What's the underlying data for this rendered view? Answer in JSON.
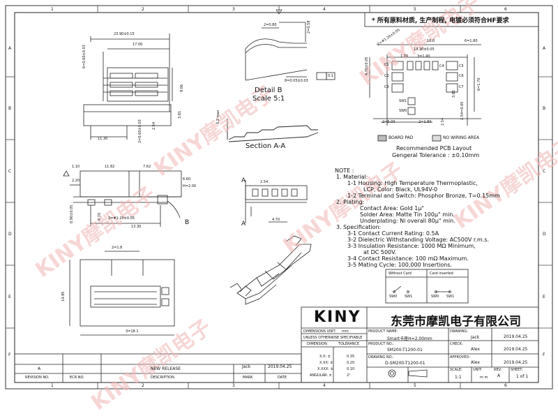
{
  "header_note": "* 所有原料材质, 生产制程, 电镀必须符合HF要求",
  "border": {
    "top_numbers": [
      "1",
      "2",
      "3",
      "4",
      "5",
      "6"
    ],
    "bottom_numbers": [
      "1",
      "2",
      "3",
      "4",
      "5",
      "6"
    ],
    "side_letters": [
      "A",
      "B",
      "C",
      "D",
      "E",
      "F"
    ]
  },
  "watermark": "KINY摩凯电子",
  "top_view": {
    "dims": [
      "23.90±0.15",
      "17.00",
      "6=0.60±0.03",
      "9.06",
      "11.30",
      "2=0.60±0.03",
      "3.81",
      "2.54"
    ]
  },
  "detail_b": {
    "title": "Detail B",
    "scale": "Scale 5:1",
    "dims": [
      "2=0.80",
      "2=0.58",
      "8=0.05±0.03",
      "0.1"
    ]
  },
  "section_aa": {
    "title": "Section A-A",
    "dims": [
      "0.2 max"
    ]
  },
  "side_view": {
    "dims": [
      "1.10",
      "11.82",
      "7.62",
      "6.60",
      "H=2.00",
      "2.20",
      "0.90±0.05",
      "0.70",
      "2=#1.20±0.05",
      "13.30"
    ],
    "callout": "B"
  },
  "front_view": {
    "marker": "A",
    "dims": [
      "2.54",
      "4.70"
    ]
  },
  "bottom_view": {
    "dims": [
      "2=1.8",
      "14.95",
      "3=18.1"
    ]
  },
  "pcb_layout": {
    "dims": [
      "16.0",
      "6=1.80",
      "2=#1.20±0.05",
      "13.30±0.05",
      "3=1.40",
      "1.70",
      "4.70±0.05",
      "C1",
      "C2",
      "C3",
      "C4",
      "C5",
      "C6",
      "C7",
      "SW1",
      "SW0",
      "2=5.00",
      "2=1.80",
      "2.54",
      "6=1.70",
      "3.81",
      "2.54=0.05"
    ],
    "legend": [
      "BOARD PAD",
      "NO WIRING AREA"
    ],
    "caption1": "Recommended PCB Layout",
    "caption2": "Gengeral Tolerance : ±0.10mm"
  },
  "notes": {
    "title": "NOTE :",
    "lines": [
      "1. Material:",
      "1-1 Housing: High Temperature Thermoplastic,",
      "LCP,  Color: Black, UL94V-0",
      "1-2 Terminal and Switch: Phosphor Bronze, T=0.15mm",
      "2. Plating:",
      "Contact Area: Gold 1μ\"",
      "Solder Area: Matte Tin 100μ\" min.",
      "Underplating: Ni overall 80μ\" min.",
      "3. Specification:",
      "3-1 Contact Current Rating: 0.5A",
      "3-2 Dielectric Withstanding Voltage: AC500V r.m.s.",
      "3-3 Insulation Resistance: 1000 MΩ Minimum,",
      "at DC 500V.",
      "3-4 Contact Resistance: 100 mΩ Maximum.",
      "3-5 Mating Cycle: 100,000 Insertions."
    ]
  },
  "switch_table": {
    "col1": "Without Card",
    "col2": "Card inserted",
    "labels": [
      "SW0",
      "SW1",
      "SW0",
      "SW1"
    ]
  },
  "title_block": {
    "logo": "KINY",
    "company": "东莞市摩凯电子有限公司",
    "product_name_label": "PRODUCT NAME:",
    "product_name": "Smart卡座H=2.00mm",
    "drawing_label": "DRAWING:",
    "drawing_by": "Jack",
    "drawing_date": "2019.04.25",
    "product_no_label": "PRODUCT NO.:",
    "product_no": "SM200-T1200-01",
    "check_label": "CHECK:",
    "check_by": "Alex",
    "check_date": "2019.04.25",
    "drawing_no_label": "DRAWING NO.:",
    "drawing_no": "D-SM200-T1200-01",
    "approved_label": "APPROVED:",
    "approved_by": "Alex",
    "approved_date": "2019.04.25",
    "dimensions_unit_label": "DIMENSIONS UNIT:",
    "dimensions_unit": "mm",
    "unless_label": "UNLESS OTHERWISE SPECIFIABLE",
    "dimension_label": "DIMENSION",
    "tolerance_label": "TOLERANCE",
    "tolerances": [
      {
        "dim": "X.X: ±",
        "tol": "0.35"
      },
      {
        "dim": "X.XX: ±",
        "tol": "0.20"
      },
      {
        "dim": "X.XXX: ±",
        "tol": "0.10"
      },
      {
        "dim": "ANGULAR: ±",
        "tol": "2°"
      }
    ],
    "scale_label": "SCALE:",
    "scale": "1:1",
    "unit_label": "UNIT:",
    "unit": "m m",
    "rev_label": "REV:",
    "rev": "A",
    "sheet_label": "SHEET:",
    "sheet": "1  of 1"
  },
  "revision_table": {
    "rev": "A",
    "description": "NEW RELEASE",
    "mark": "Jack",
    "date": "2019.04.25",
    "headers": [
      "REVISION NO.",
      "ECR NO.",
      "DESCRIPTION",
      "MARK",
      "DATE"
    ]
  }
}
